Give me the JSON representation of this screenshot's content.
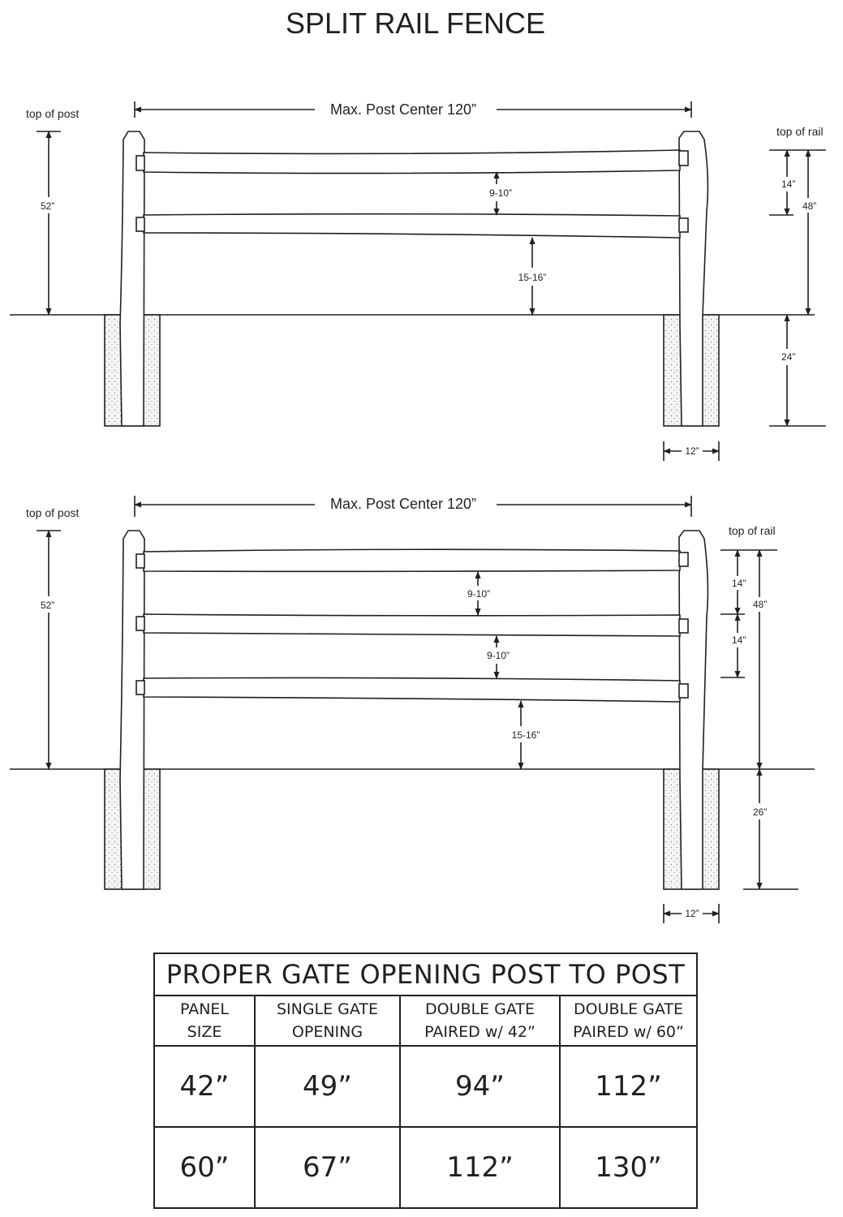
{
  "title": "SPLIT RAIL FENCE",
  "diagrams": [
    {
      "post_center_label": "Max. Post Center 120”",
      "top_of_post_label": "top of post",
      "top_of_rail_label": "top of rail",
      "post_height_label": "52”",
      "rail_spacing_labels": [
        "9-10”"
      ],
      "ground_clearance_label": "15-16”",
      "rail_gap_labels": [
        "14”"
      ],
      "rail_height_label": "48”",
      "depth_label": "24”",
      "footing_width_label": "12”"
    },
    {
      "post_center_label": "Max. Post Center 120”",
      "top_of_post_label": "top of post",
      "top_of_rail_label": "top of rail",
      "post_height_label": "52”",
      "rail_spacing_labels": [
        "9-10”",
        "9-10”"
      ],
      "ground_clearance_label": "15-16”",
      "rail_gap_labels": [
        "14”",
        "14”"
      ],
      "rail_height_label": "48”",
      "depth_label": "26”",
      "footing_width_label": "12”"
    }
  ],
  "gate_table": {
    "title": "PROPER GATE OPENING POST TO POST",
    "headers": [
      [
        "PANEL",
        "SIZE"
      ],
      [
        "SINGLE GATE",
        "OPENING"
      ],
      [
        "DOUBLE GATE",
        "PAIRED w/ 42”"
      ],
      [
        "DOUBLE GATE",
        "PAIRED w/ 60”"
      ]
    ],
    "rows": [
      [
        "42”",
        "49”",
        "94”",
        "112”"
      ],
      [
        "60”",
        "67”",
        "112”",
        "130”"
      ]
    ]
  },
  "colors": {
    "ink": "#231f20",
    "footing_fill": "#f4f4f4",
    "stipple": "#6d6e71"
  }
}
